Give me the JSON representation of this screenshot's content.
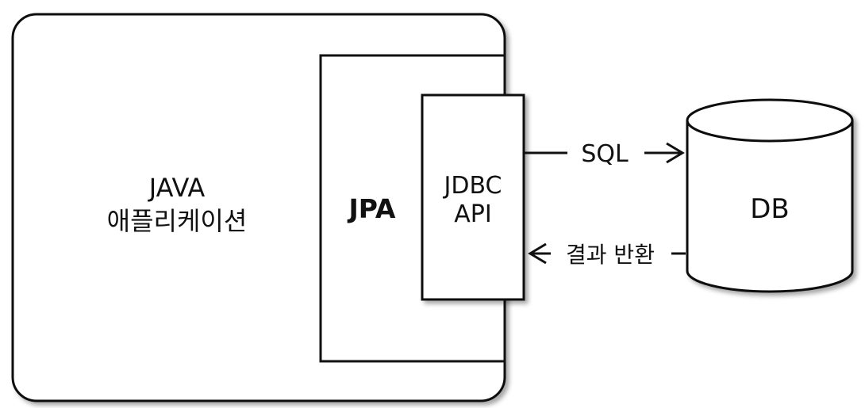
{
  "app": {
    "label_line1": "JAVA",
    "label_line2": "애플리케이션"
  },
  "jpa": {
    "label": "JPA"
  },
  "jdbc": {
    "label_line1": "JDBC",
    "label_line2": "API"
  },
  "db": {
    "label": "DB"
  },
  "arrows": {
    "request_label": "SQL",
    "response_label": "결과 반환"
  }
}
